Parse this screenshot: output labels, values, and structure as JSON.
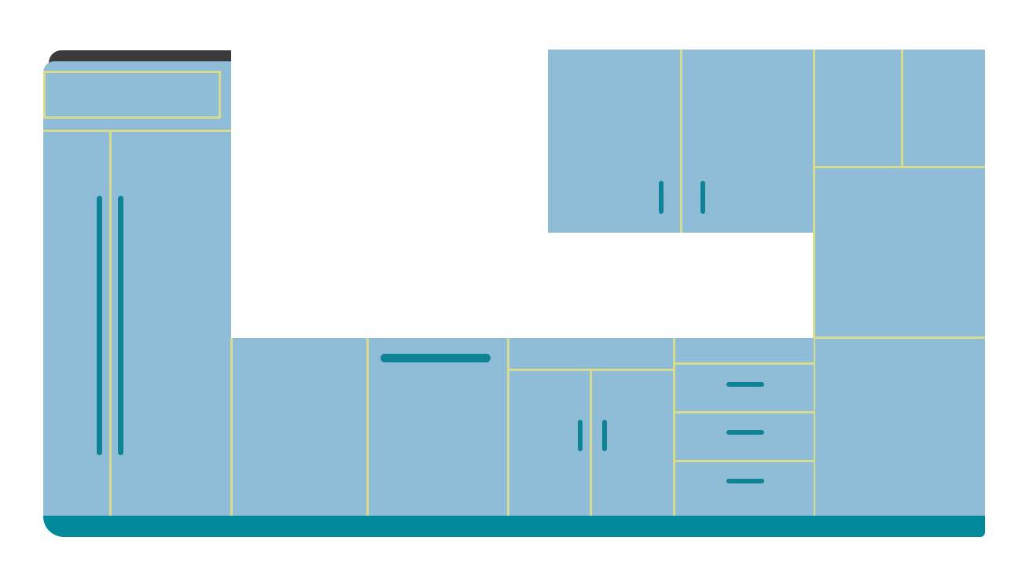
{
  "scene": "kitchen-cabinets-illustration",
  "colors": {
    "cabinet_fill": "#8fbcd6",
    "seam_line": "#d6dc8c",
    "handle": "#0f8396",
    "toe_kick": "#028a9a",
    "fridge_top": "#3a3a3a",
    "background": "#ffffff"
  },
  "fixtures": {
    "refrigerator": {
      "doors": 2,
      "handles": 2
    },
    "upper_cabinet_pair": {
      "doors": 2,
      "handles": 2
    },
    "tall_pantry": {
      "sections": 4
    },
    "base_blank_cabinet": {
      "doors": 1
    },
    "dishwasher": {
      "handles": 1
    },
    "sink_base": {
      "doors": 2,
      "handles": 2
    },
    "drawer_stack": {
      "drawers": 3,
      "handles": 3
    }
  }
}
